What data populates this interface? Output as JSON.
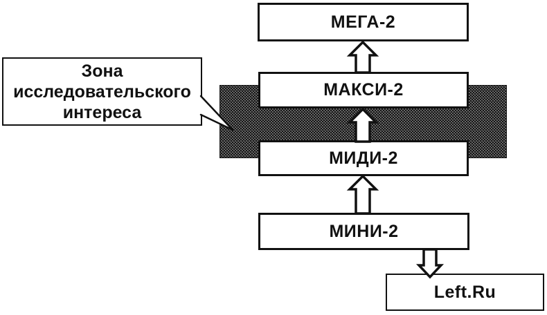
{
  "diagram": {
    "type": "flow-hierarchy",
    "nodes": [
      {
        "id": "mega",
        "label": "МЕГА-2"
      },
      {
        "id": "maksi",
        "label": "МАКСИ-2"
      },
      {
        "id": "midi",
        "label": "МИДИ-2"
      },
      {
        "id": "mini",
        "label": "МИНИ-2"
      },
      {
        "id": "leftru",
        "label": "Left.Ru"
      }
    ],
    "callout": {
      "line1": "Зона",
      "line2": "исследовательского",
      "line3": "интереса",
      "full_text": "Зона исследовательского интереса"
    },
    "edges": [
      {
        "from": "МАКСИ-2",
        "to": "МЕГА-2",
        "style": "hollow-arrow",
        "direction": "up"
      },
      {
        "from": "МИДИ-2",
        "to": "МАКСИ-2",
        "style": "hollow-arrow",
        "direction": "up"
      },
      {
        "from": "МИНИ-2",
        "to": "МИДИ-2",
        "style": "hollow-arrow",
        "direction": "up"
      },
      {
        "from": "МИНИ-2",
        "to": "Left.Ru",
        "style": "hollow-arrow",
        "direction": "down"
      }
    ],
    "zone": {
      "name": "research-interest-zone",
      "pattern": "stipple",
      "fill": "#555555"
    },
    "colors": {
      "background": "#ffffff",
      "box_fill": "#ffffff",
      "line": "#111111"
    }
  }
}
